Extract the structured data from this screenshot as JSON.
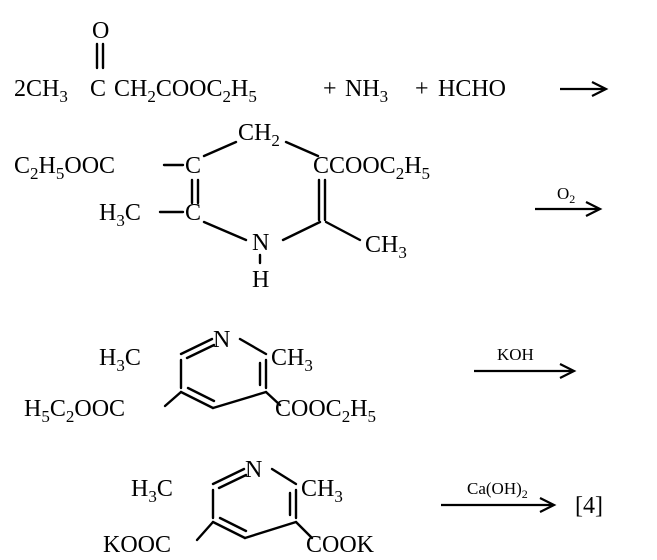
{
  "reaction_scheme": {
    "step1": {
      "oxygen": "O",
      "reactant_prefix": "2CH",
      "reactant_c": "C",
      "reactant_rest": "CH",
      "reactant_tail": "COOC",
      "reactant_h": "H",
      "plus1": "+",
      "ammonia": "NH",
      "plus2": "+",
      "formaldehyde": "HCHO",
      "sub_3": "3",
      "sub_2": "2",
      "sub_5": "5"
    },
    "step2": {
      "ch2": "CH",
      "left_ester": "C",
      "left_ester_mid": "H",
      "left_ester_tail": "OOC",
      "right_ester": "CCOOC",
      "right_ester_h": "H",
      "left_methyl": "H",
      "left_methyl_c": "C",
      "ring_c_left_top": "C",
      "ring_c_left_bottom": "C",
      "ring_c_right_top": "C",
      "nh_n": "N",
      "nh_h": "H",
      "right_methyl": "CH",
      "reagent": "O",
      "reagent_sub": "2"
    },
    "step3": {
      "n": "N",
      "left_methyl": "H",
      "left_methyl_c": "C",
      "right_methyl": "CH",
      "left_ester": "H",
      "left_ester_c": "C",
      "left_ester_tail": "OOC",
      "right_ester": "COOC",
      "right_ester_h": "H",
      "reagent": "KOH"
    },
    "step4": {
      "n": "N",
      "left_methyl": "H",
      "left_methyl_c": "C",
      "right_methyl": "CH",
      "left_salt": "KOOC",
      "right_salt": "COOK",
      "reagent": "Ca(OH)",
      "reagent_sub": "2",
      "product": "[4]"
    }
  }
}
